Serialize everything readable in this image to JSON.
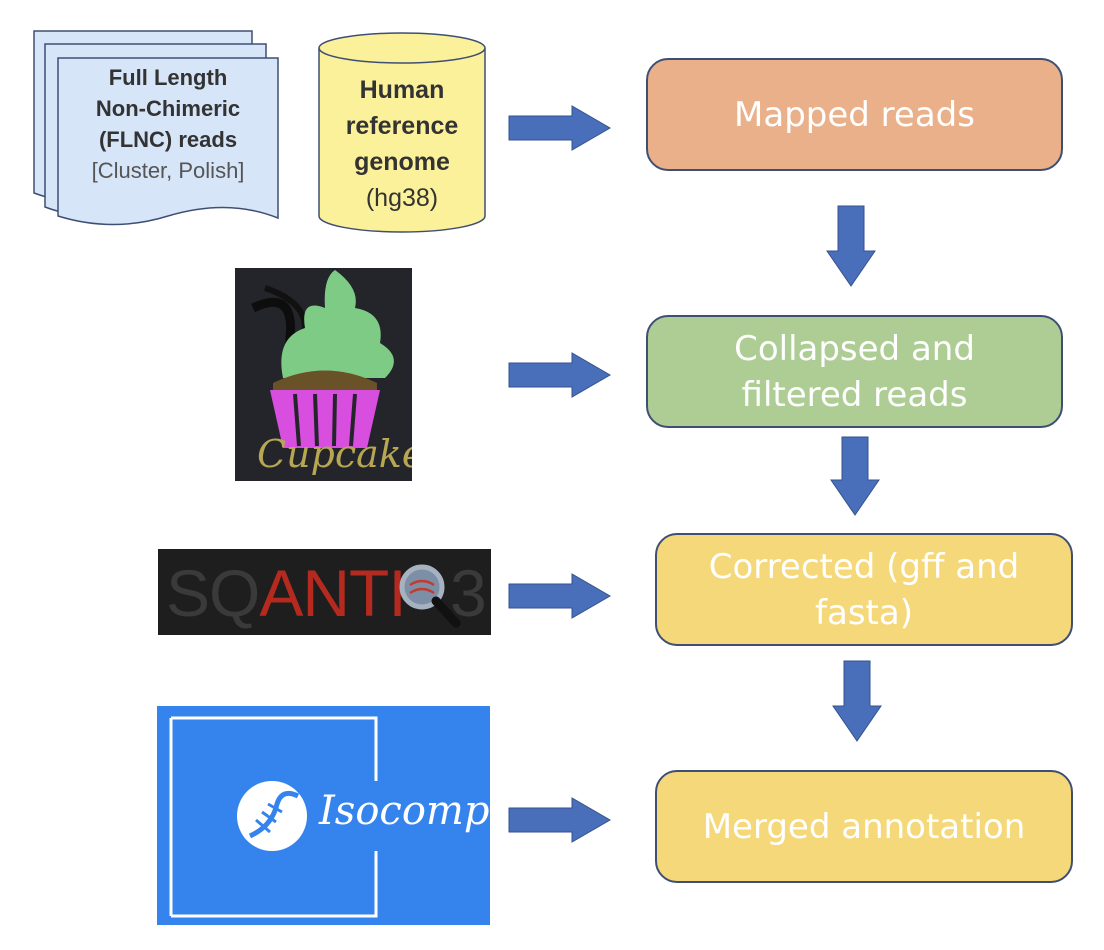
{
  "inputs": {
    "flnc": {
      "line1": "Full Length",
      "line2": "Non-Chimeric",
      "line3": "(FLNC) reads",
      "line4": "[Cluster, Polish]"
    },
    "genome": {
      "line1": "Human",
      "line2": "reference",
      "line3": "genome",
      "line4": "(hg38)"
    }
  },
  "tools": {
    "cupcake": {
      "label": "Cupcake"
    },
    "sqanti": {
      "prefix": "SQ",
      "main": "ANTI",
      "suffix": "3"
    },
    "isocomp": {
      "label": "Isocomp"
    }
  },
  "stages": [
    {
      "label": "Mapped reads",
      "color": "#e9b08a"
    },
    {
      "label": "Collapsed and filtered reads",
      "line1": "Collapsed and",
      "line2": "filtered reads",
      "color": "#aecd94"
    },
    {
      "label": "Corrected (gff and fasta)",
      "line1": "Corrected (gff and",
      "line2": "fasta)",
      "color": "#f5d87a"
    },
    {
      "label": "Merged annotation",
      "color": "#f5d87a"
    }
  ],
  "colors": {
    "arrow": "#4a6fba",
    "doc": "#d6e5f8",
    "cylinder": "#fbf19b",
    "isocomp_bg": "#3584ee",
    "logo_bg": "#24252b"
  }
}
